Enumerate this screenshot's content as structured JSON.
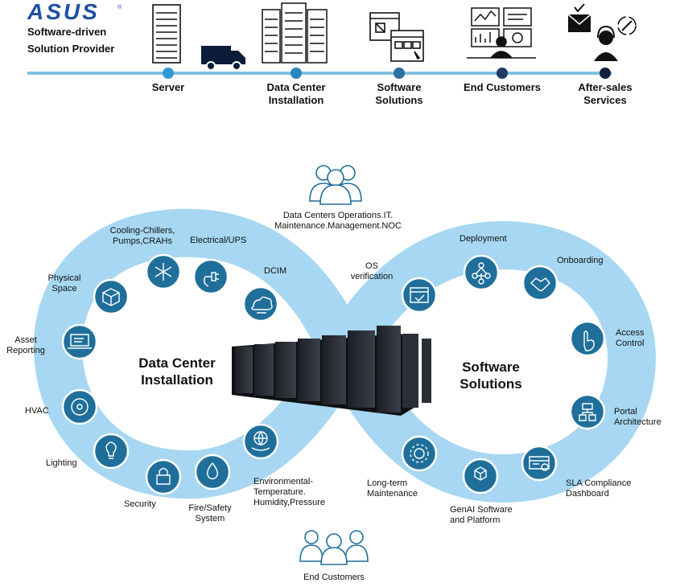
{
  "colors": {
    "band": "#a7d7f2",
    "icon_fill": "#1f6f9a",
    "icon_ring": "#ffffff",
    "timeline_line": "#7fbfe3",
    "dot_light": "#2f9ad1",
    "dot_mid": "#2a6f9f",
    "dot_dark": "#1f3c63",
    "dot_darkest": "#0f2340",
    "navy": "#0b1c3a",
    "logo": "#1f4fa3"
  },
  "header": {
    "logo": "ASUS",
    "tagline_line1": "Software-driven",
    "tagline_line2": "Solution Provider"
  },
  "timeline": [
    {
      "label_line1": "Server",
      "label_line2": "",
      "icon": "server-rack-icon"
    },
    {
      "label_line1": "",
      "label_line2": "",
      "icon": "delivery-truck-icon"
    },
    {
      "label_line1": "Data Center",
      "label_line2": "Installation",
      "icon": "data-center-racks-icon"
    },
    {
      "label_line1": "Software",
      "label_line2": "Solutions",
      "icon": "software-windows-icon"
    },
    {
      "label_line1": "End Customers",
      "label_line2": "",
      "icon": "monitoring-desk-icon"
    },
    {
      "label_line1": "After-sales",
      "label_line2": "Services",
      "icon": "support-headset-icon"
    }
  ],
  "diagram": {
    "left_hub_line1": "Data Center",
    "left_hub_line2": "Installation",
    "right_hub_line1": "Software",
    "right_hub_line2": "Solutions",
    "top_group_line1": "Data Centers Operations.IT.",
    "top_group_line2": "Maintenance.Management.NOC",
    "bottom_group": "End Customers",
    "left_loop": [
      {
        "line1": "Physical",
        "line2": "Space",
        "icon": "box-icon"
      },
      {
        "line1": "Cooling-Chillers,",
        "line2": "Pumps,CRAHs",
        "icon": "snowflake-icon"
      },
      {
        "line1": "Electrical/UPS",
        "line2": "",
        "icon": "power-plug-icon"
      },
      {
        "line1": "DCIM",
        "line2": "",
        "icon": "cloud-database-icon"
      },
      {
        "line1": "Asset",
        "line2": "Reporting",
        "icon": "laptop-report-icon"
      },
      {
        "line1": "HVAC",
        "line2": "",
        "icon": "fan-icon"
      },
      {
        "line1": "Lighting",
        "line2": "",
        "icon": "lightbulb-icon"
      },
      {
        "line1": "Security",
        "line2": "",
        "icon": "padlock-icon"
      },
      {
        "line1": "Fire/Safety",
        "line2": "System",
        "icon": "flame-icon"
      },
      {
        "line1": "Environmental-",
        "line2": "Temperature.",
        "line3": "Humidity,Pressure",
        "icon": "globe-hand-icon"
      }
    ],
    "right_loop": [
      {
        "line1": "OS",
        "line2": "verification",
        "icon": "window-check-icon"
      },
      {
        "line1": "Deployment",
        "line2": "",
        "icon": "network-nodes-icon"
      },
      {
        "line1": "Onboarding",
        "line2": "",
        "icon": "handshake-icon"
      },
      {
        "line1": "Access",
        "line2": "Control",
        "icon": "touch-hand-icon"
      },
      {
        "line1": "Portal",
        "line2": "Architecture",
        "icon": "flowchart-icon"
      },
      {
        "line1": "SLA Compliance",
        "line2": "Dashboard",
        "icon": "dashboard-check-icon"
      },
      {
        "line1": "GenAI Software",
        "line2": "and Platform",
        "icon": "cubes-icon"
      },
      {
        "line1": "Long-term",
        "line2": "Maintenance",
        "icon": "gear-cycle-icon"
      }
    ]
  }
}
